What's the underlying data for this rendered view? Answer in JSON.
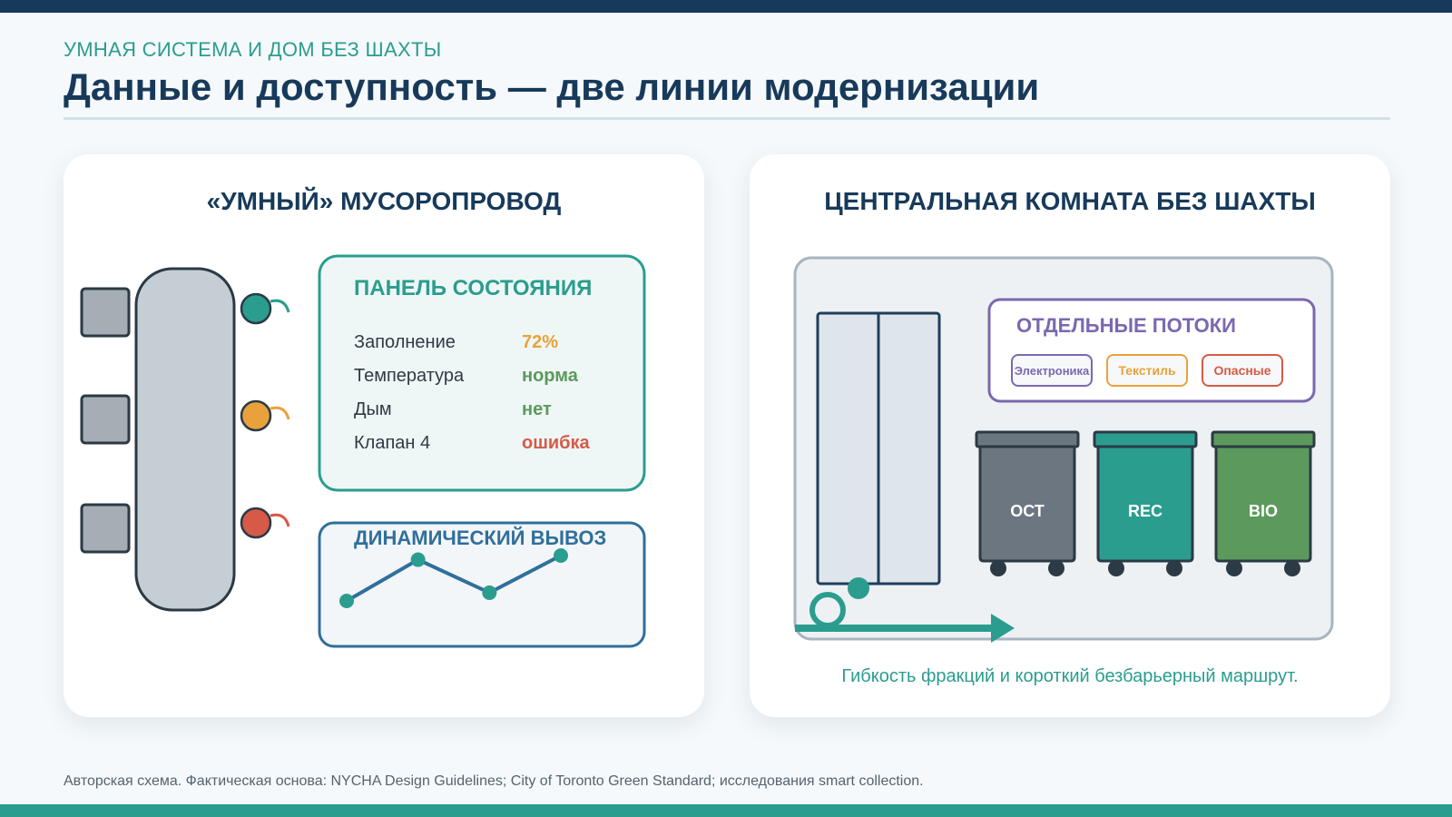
{
  "header": {
    "subtitle": "УМНАЯ СИСТЕМА И ДОМ БЕЗ ШАХТЫ",
    "title": "Данные и доступность — две линии модернизации"
  },
  "left_card": {
    "title": "«УМНЫЙ» МУСОРОПРОВОД",
    "sensor_colors": [
      "#2a9d8f",
      "#e9a23b",
      "#d65a47"
    ],
    "status_panel": {
      "title": "ПАНЕЛЬ СОСТОЯНИЯ",
      "rows": [
        {
          "label": "Заполнение",
          "value": "72%",
          "color": "#e9a23b"
        },
        {
          "label": "Температура",
          "value": "норма",
          "color": "#5b9a5c"
        },
        {
          "label": "Дым",
          "value": "нет",
          "color": "#5b9a5c"
        },
        {
          "label": "Клапан 4",
          "value": "ошибка",
          "color": "#d65a47"
        }
      ]
    },
    "pickup_panel": {
      "title": "ДИНАМИЧЕСКИЙ ВЫВОЗ",
      "trend": [
        0.0,
        1.0,
        0.2,
        1.1
      ]
    }
  },
  "right_card": {
    "title": "ЦЕНТРАЛЬНАЯ КОМНАТА БЕЗ ШАХТЫ",
    "streams": {
      "title": "ОТДЕЛЬНЫЕ ПОТОКИ",
      "items": [
        {
          "label": "Электроника",
          "color": "#7b68b0"
        },
        {
          "label": "Текстиль",
          "color": "#e9a23b"
        },
        {
          "label": "Опасные",
          "color": "#d65a47"
        }
      ]
    },
    "bins": [
      {
        "label": "ОСТ",
        "color": "#6b7680"
      },
      {
        "label": "REC",
        "color": "#2a9d8f"
      },
      {
        "label": "BIO",
        "color": "#5b9a5c"
      }
    ],
    "caption": "Гибкость фракций и короткий безбарьерный маршрут."
  },
  "footnote": "Авторская схема. Фактическая основа: NYCHA Design Guidelines; City of Toronto Green Standard; исследования smart collection."
}
